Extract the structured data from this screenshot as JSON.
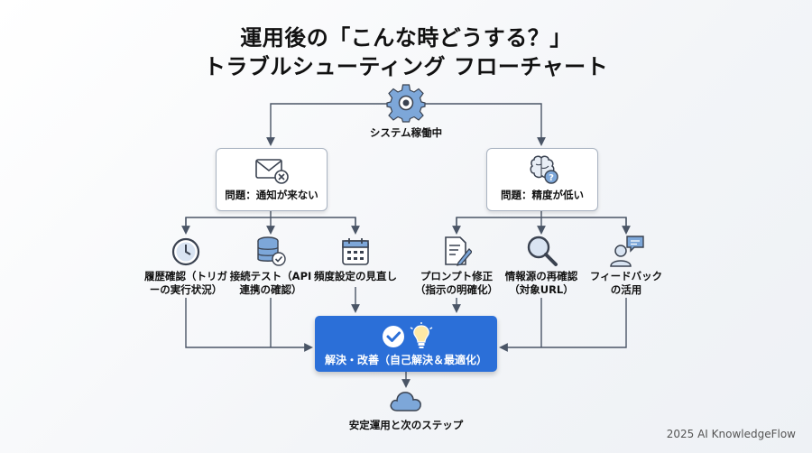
{
  "title": {
    "line1": "運用後の「こんな時どうする？」",
    "line2": "トラブルシューティング フローチャート"
  },
  "nodes": {
    "start": {
      "label": "システム稼働中",
      "icon": "gear-icon"
    },
    "problem_notification": {
      "label": "問題：通知が来ない",
      "icon": "mail-error-icon"
    },
    "problem_accuracy": {
      "label": "問題：精度が低い",
      "icon": "brain-question-icon"
    },
    "check_history": {
      "label_lines": [
        "履歴確認（トリガ",
        "ーの実行状況）"
      ],
      "icon": "clock-icon"
    },
    "connection_test": {
      "label_lines": [
        "接続テスト（API",
        "連携の確認）"
      ],
      "icon": "database-check-icon"
    },
    "frequency_review": {
      "label_lines": [
        "頻度設定の見直し"
      ],
      "icon": "calendar-icon"
    },
    "prompt_fix": {
      "label_lines": [
        "プロンプト修正",
        "（指示の明確化）"
      ],
      "icon": "document-edit-icon"
    },
    "source_recheck": {
      "label_lines": [
        "情報源の再確認",
        "（対象URL）"
      ],
      "icon": "magnifier-icon"
    },
    "feedback": {
      "label_lines": [
        "フィードバック",
        "の活用"
      ],
      "icon": "person-chat-icon"
    },
    "solve": {
      "label": "解決・改善（自己解決＆最適化）",
      "icons": [
        "check-circle-icon",
        "lightbulb-icon"
      ]
    },
    "end": {
      "label": "安定運用と次のステップ",
      "icon": "cloud-icon"
    }
  },
  "colors": {
    "accent": "#2b6fd8",
    "line": "#4a5566",
    "icon_blue": "#7da7d9",
    "icon_dark": "#3a4250"
  },
  "footer": {
    "text": "2025 AI KnowledgeFlow"
  }
}
